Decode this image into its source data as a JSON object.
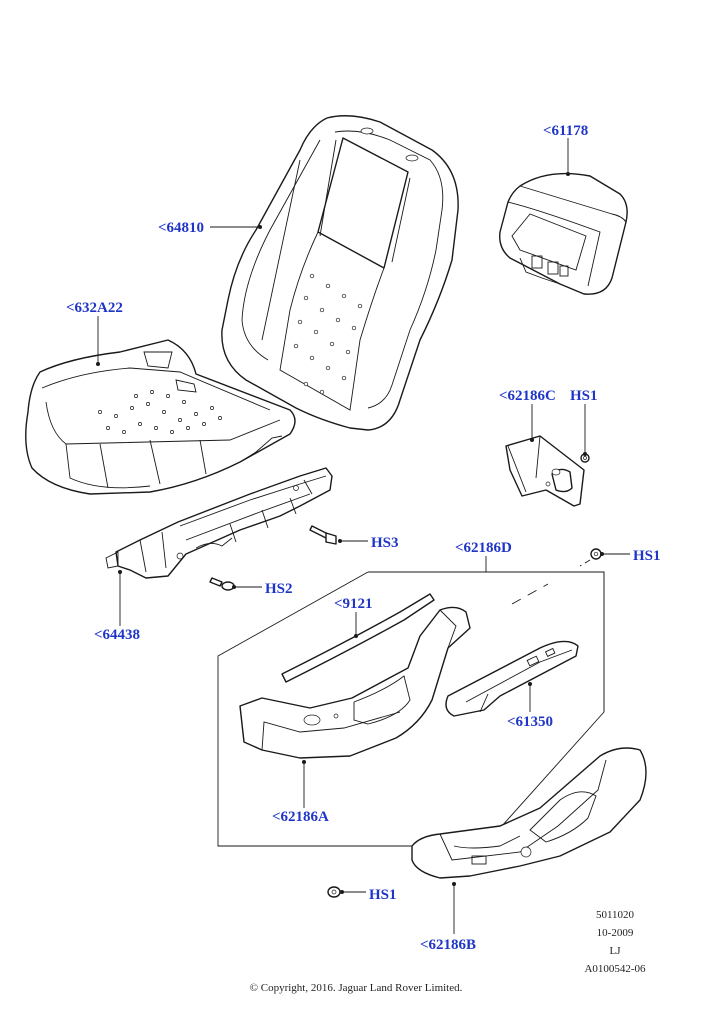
{
  "callouts": {
    "p64810": "<64810",
    "p61178": "<61178",
    "p632A22": "<632A22",
    "p62186C": "<62186C",
    "hs1_top": "HS1",
    "hs3": "HS3",
    "p62186D": "<62186D",
    "hs1_mid": "HS1",
    "hs2": "HS2",
    "p64438": "<64438",
    "p9121": "<9121",
    "p61350": "<61350",
    "p62186A": "<62186A",
    "hs1_bottom": "HS1",
    "p62186B": "<62186B"
  },
  "drawing_info": {
    "number": "5011020",
    "date": "10-2009",
    "initials": "LJ",
    "reference": "A0100542-06"
  },
  "copyright": "© Copyright, 2016. Jaguar Land Rover Limited.",
  "colors": {
    "callout": "#1f35c8",
    "line": "#1a1a1a",
    "background": "#ffffff"
  }
}
